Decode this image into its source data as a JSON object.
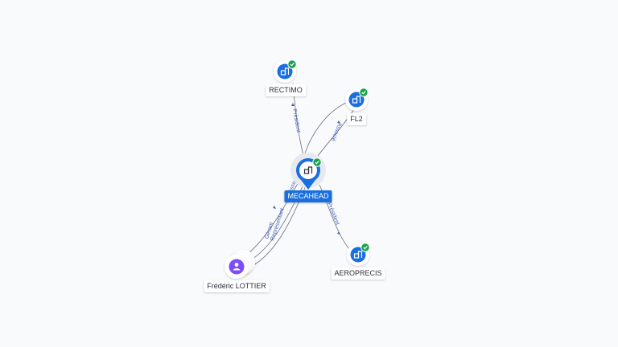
{
  "center": {
    "name": "MECAHEAD"
  },
  "nodes": [
    {
      "id": "rectimo",
      "name": "RECTIMO"
    },
    {
      "id": "fl2",
      "name": "FL2"
    },
    {
      "id": "aeroprecis",
      "name": "AEROPRECIS"
    },
    {
      "id": "person",
      "name": "Frédéric LOTTIER"
    }
  ],
  "edges": {
    "rectimo": "Président",
    "fl2": "Associé",
    "aeroprecis": "Président",
    "person_1": "Gérant",
    "person_2": "Représentant",
    "person_3": "Associé"
  },
  "icons": {
    "company": "building-icon",
    "person": "person-icon",
    "verified": "check-badge-icon"
  },
  "colors": {
    "accent": "#1a6fe0",
    "verified": "#17a34a",
    "person": "#7c4dff",
    "edge": "#6b6f7a",
    "edge_text": "#4a63b8"
  }
}
